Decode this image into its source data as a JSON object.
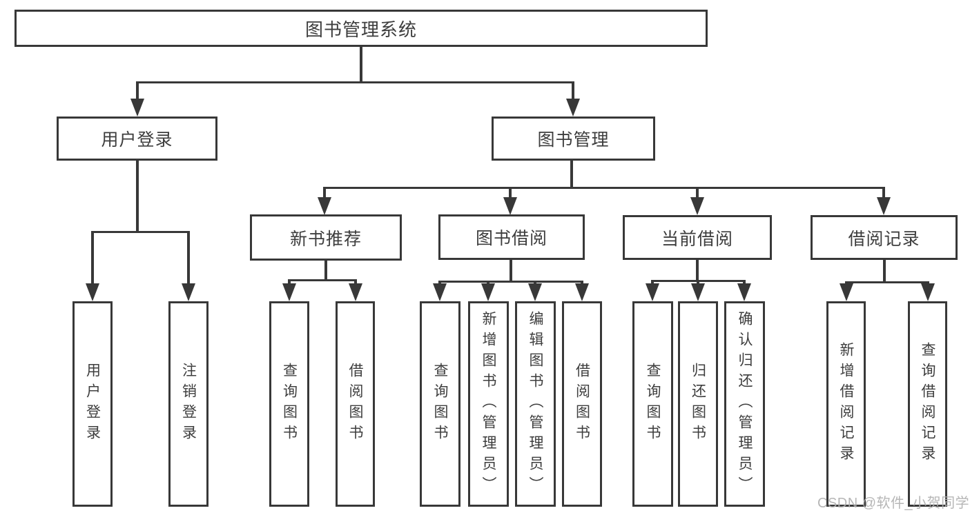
{
  "diagram_type": "hierarchy-tree",
  "colors": {
    "line": "#383838",
    "box_border": "#383838",
    "text": "#3d3d3d",
    "background": "#ffffff",
    "watermark_text": "#b0b0b0"
  },
  "nodes": {
    "root": "图书管理系统",
    "user_login": "用户登录",
    "book_mgmt": "图书管理",
    "new_book_rec": "新书推荐",
    "book_borrow": "图书借阅",
    "current_borrow": "当前借阅",
    "borrow_record": "借阅记录",
    "leaves": {
      "user_login": [
        "用户登录",
        "注销登录"
      ],
      "new_book_rec": [
        "查询图书",
        "借阅图书"
      ],
      "book_borrow": [
        "查询图书",
        "新增图书（管理员）",
        "编辑图书（管理员）",
        "借阅图书"
      ],
      "current_borrow": [
        "查询图书",
        "归还图书",
        "确认归还（管理员）"
      ],
      "borrow_record": [
        "新增借阅记录",
        "查询借阅记录"
      ]
    }
  },
  "watermark": "CSDN @软件_小贺同学"
}
